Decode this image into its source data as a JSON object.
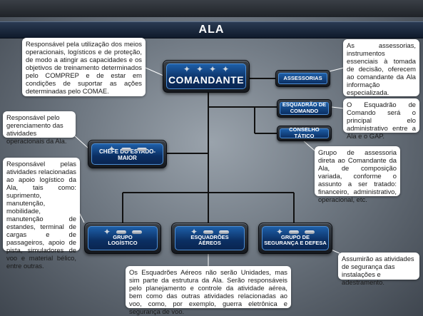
{
  "header": {
    "title": "ALA"
  },
  "nodes": {
    "comandante": "COMANDANTE",
    "assessorias": "ASSESSORIAS",
    "esquadrao_comando": "ESQUADRÃO DE\nCOMANDO",
    "conselho_tatico": "CONSELHO TÁTICO",
    "chefe_estado_maior": "CHEFE DO ESTADO-MAIOR",
    "grupo_logistico": "GRUPO\nLOGÍSTICO",
    "esquadroes_aereos": "ESQUADRÕES\nAÉREOS",
    "grupo_seguranca": "GRUPO DE\nSEGURANÇA E DEFESA"
  },
  "notes": {
    "comandante": "Responsável pela utilização dos meios operacionais, logísticos e de proteção, de modo a atingir as capacidades e os objetivos de treinamento determinados pelo COMPREP e de estar em condições de suportar as ações determinadas pelo COMAE.",
    "assessorias": "As assessorias, instrumentos essenciais à tomada de decisão, oferecem ao comandante da Ala informação especializada.",
    "esquadrao_comando": "O Esquadrão de Comando será o principal elo administrativo entre a Ala e o GAP.",
    "chefe_estado_maior": "Responsável pelo gerenciamento das atividades operacionais da Ala.",
    "conselho_tatico": "Grupo de assessoria direta ao Comandante da Ala, de composição variada, conforme o assunto a ser tratado: financeiro, administrativo, operacional, etc.",
    "grupo_logistico": "Responsável pelas atividades relacionadas ao apoio logístico da Ala, tais como: suprimento, manutenção, mobilidade, manutenção de estandes, terminal de cargas e de passageiros, apoio de pista, simuladores de voo e material bélico, entre outras.",
    "esquadroes_aereos": "Os Esquadrões Aéreos não serão Unidades, mas sim parte da estrutura da Ala. Serão responsáveis pelo planejamento e controle da atividade aérea, bem como das outras atividades relacionadas ao voo, como, por exemplo, guerra eletrônica e segurança de voo.",
    "grupo_seguranca": "Assumirão as atividades de segurança das instalações e adestramento."
  },
  "colors": {
    "box_blue": "#0b2f63",
    "box_border": "#4c8ed6",
    "title_bar": "#1a2a40",
    "connector": "#111111"
  }
}
